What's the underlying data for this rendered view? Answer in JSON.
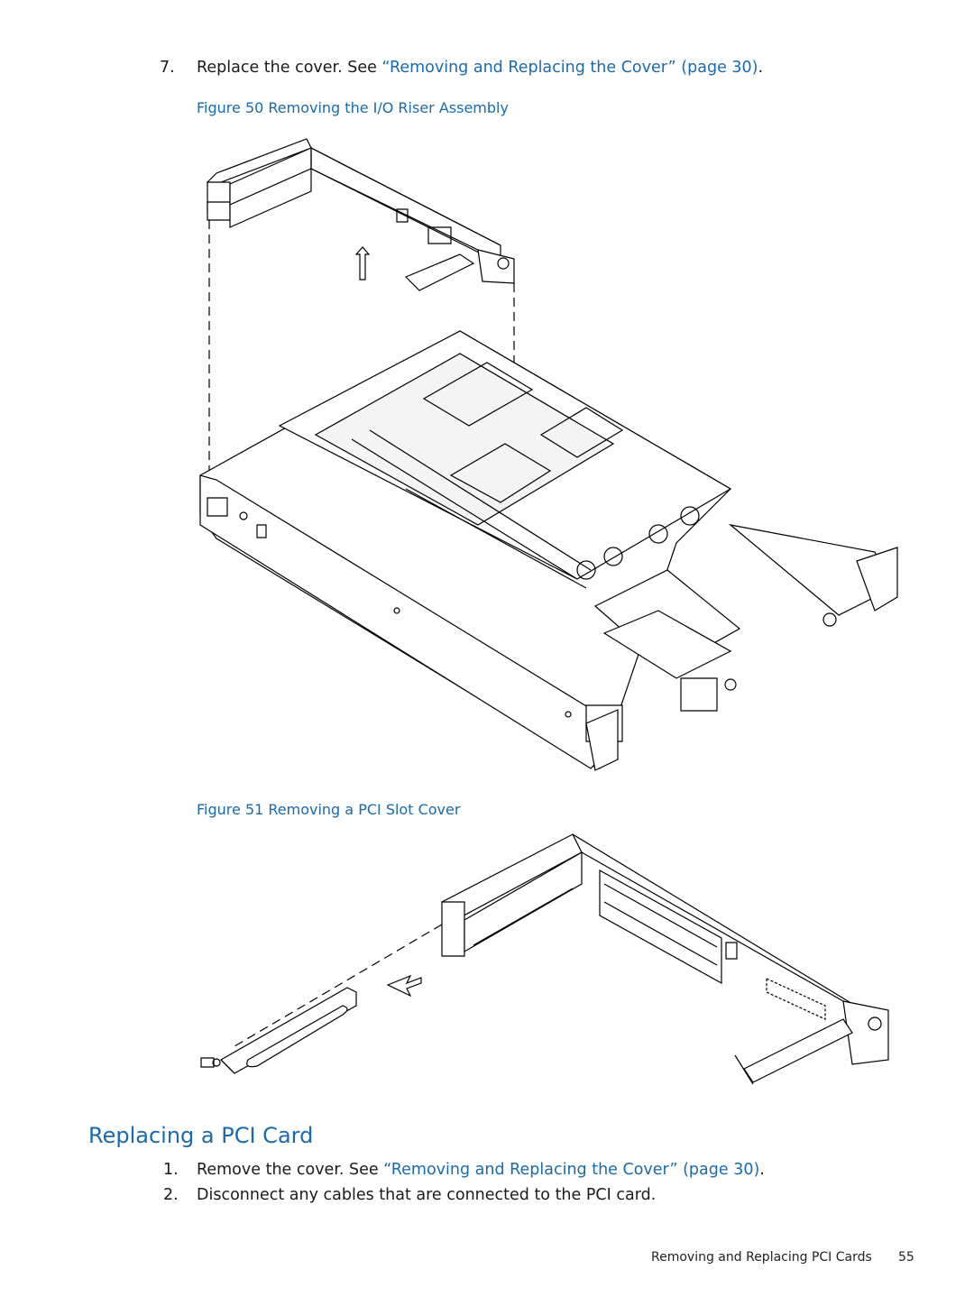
{
  "steps_top": [
    {
      "number": "7.",
      "text": "Replace the cover. See ",
      "link": "“Removing and Replacing the Cover” (page 30)",
      "after": "."
    }
  ],
  "figures": [
    {
      "caption": "Figure 50 Removing the I/O Riser Assembly"
    },
    {
      "caption": "Figure 51 Removing a PCI Slot Cover"
    }
  ],
  "section": {
    "title": "Replacing a PCI Card",
    "steps": [
      {
        "number": "1.",
        "text": "Remove the cover. See ",
        "link": "“Removing and Replacing the Cover” (page 30)",
        "after": "."
      },
      {
        "number": "2.",
        "text": "Disconnect any cables that are connected to the PCI card.",
        "link": "",
        "after": ""
      }
    ]
  },
  "footer": {
    "running_title": "Removing and Replacing PCI Cards",
    "page_number": "55"
  },
  "colors": {
    "link": "#1c6aa8",
    "heading": "#1c6aa8",
    "text": "#1a1a1a"
  }
}
